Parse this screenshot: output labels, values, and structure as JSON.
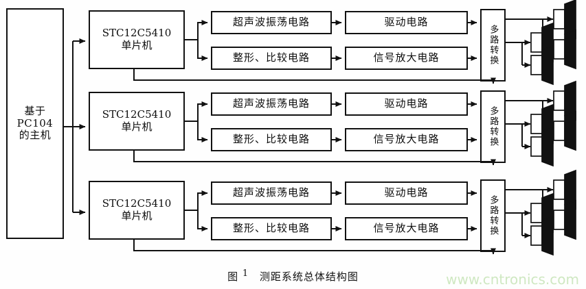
{
  "figure": {
    "caption_prefix": "图",
    "caption_number": "1",
    "caption_title": "测距系统总体结构图",
    "watermark": "www.cntronics.com",
    "line_color": "#111111",
    "background": "#ffffff",
    "watermark_color": "#cfe8c2"
  },
  "host": {
    "name": "host-computer",
    "label": "基于\nPC104\n的主机"
  },
  "channels": [
    {
      "id": "channel-1",
      "mcu": {
        "label": "STC12C5410\n单片机"
      },
      "blocks": [
        {
          "id": "ultrasonic-oscillator",
          "label": "超声波振荡电路"
        },
        {
          "id": "drive-circuit",
          "label": "驱动电路"
        },
        {
          "id": "shaping-comparator",
          "label": "整形、比较电路"
        },
        {
          "id": "signal-amplifier",
          "label": "信号放大电路"
        }
      ],
      "mux": {
        "label": "多路转换"
      },
      "transducers": 4
    },
    {
      "id": "channel-2",
      "mcu": {
        "label": "STC12C5410\n单片机"
      },
      "blocks": [
        {
          "id": "ultrasonic-oscillator",
          "label": "超声波振荡电路"
        },
        {
          "id": "drive-circuit",
          "label": "驱动电路"
        },
        {
          "id": "shaping-comparator",
          "label": "整形、比较电路"
        },
        {
          "id": "signal-amplifier",
          "label": "信号放大电路"
        }
      ],
      "mux": {
        "label": "多路转换"
      },
      "transducers": 4
    },
    {
      "id": "channel-3",
      "mcu": {
        "label": "STC12C5410\n单片机"
      },
      "blocks": [
        {
          "id": "ultrasonic-oscillator",
          "label": "超声波振荡电路"
        },
        {
          "id": "drive-circuit",
          "label": "驱动电路"
        },
        {
          "id": "shaping-comparator",
          "label": "整形、比较电路"
        },
        {
          "id": "signal-amplifier",
          "label": "信号放大电路"
        }
      ],
      "mux": {
        "label": "多路转换"
      },
      "transducers": 4
    }
  ]
}
